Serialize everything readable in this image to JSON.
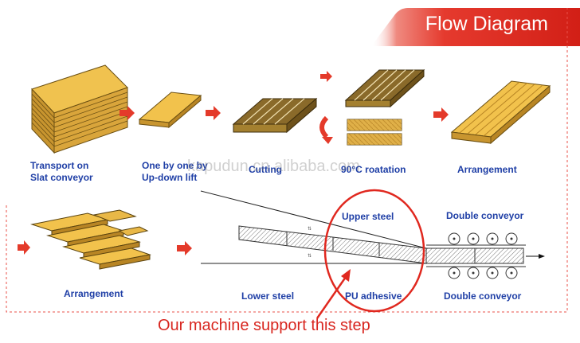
{
  "header": {
    "title": "Flow Diagram"
  },
  "steps": {
    "transport_line1": "Transport on",
    "transport_line2": "Slat conveyor",
    "lift_line1": "One by one by",
    "lift_line2": "Up-down lift",
    "cutting": "Cutting",
    "rotation": "90°C roatation",
    "arrangement_top": "Arrangement",
    "arrangement_bottom": "Arrangement",
    "upper_steel": "Upper steel",
    "lower_steel": "Lower steel",
    "pu_adhesive": "PU adhesive",
    "double_conveyor_top": "Double conveyor",
    "double_conveyor_bottom": "Double conveyor"
  },
  "note": {
    "text": "Our machine support this step"
  },
  "watermark": {
    "text": "kapudun.cn.alibaba.com"
  },
  "colors": {
    "accent_red": "#d8261f",
    "label_blue": "#1f3fa6",
    "wood": "#e0b34a",
    "wood_dark": "#8a6a20"
  }
}
